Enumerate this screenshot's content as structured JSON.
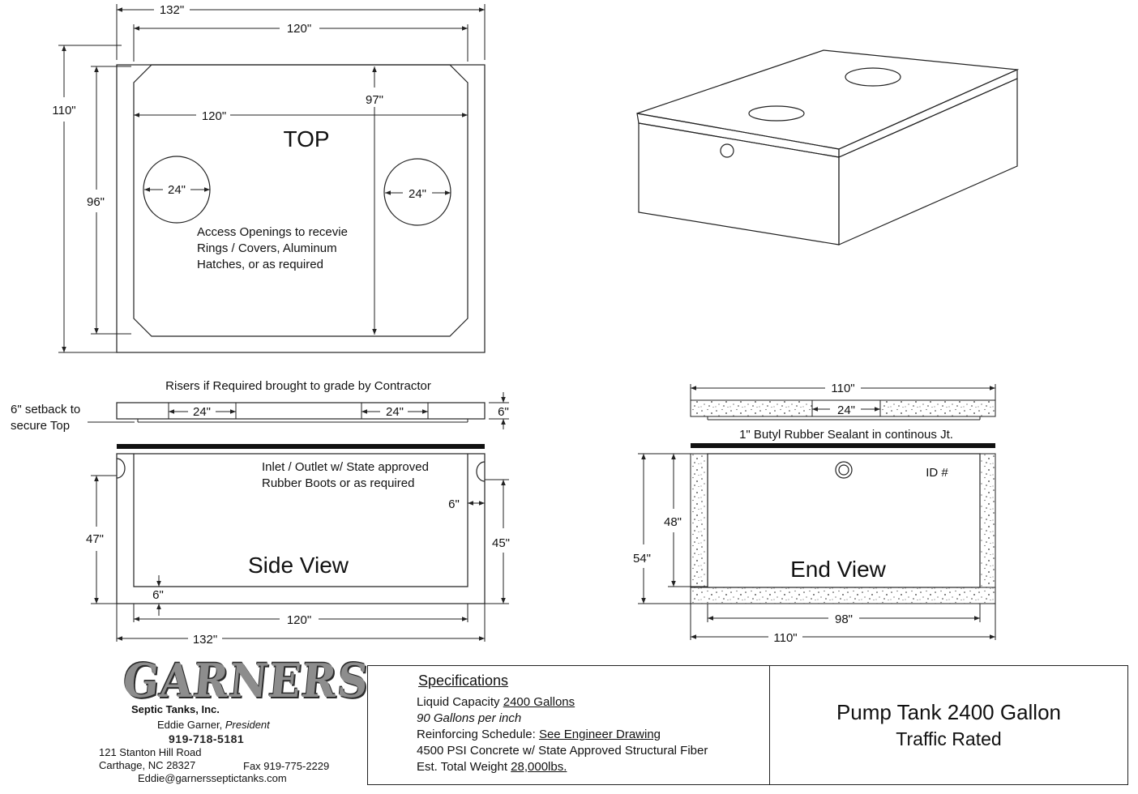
{
  "top_view": {
    "title": "TOP",
    "dim_outer_width": "132\"",
    "dim_inner_width": "120\"",
    "dim_inner_width_2": "120\"",
    "dim_outer_height": "110\"",
    "dim_inner_height": "96\"",
    "dim_mid_height": "97\"",
    "opening_left": "24\"",
    "opening_right": "24\"",
    "note_lines": [
      "Access Openings to recevie",
      "Rings / Covers, Aluminum",
      "Hatches, or as required"
    ]
  },
  "riser_note": "Risers if Required brought to grade by Contractor",
  "setback_note": [
    "6\" setback to",
    "secure Top"
  ],
  "lid_side": {
    "opening_left": "24\"",
    "opening_right": "24\"",
    "thickness": "6\""
  },
  "side_view": {
    "title": "Side View",
    "inlet_note": [
      "Inlet / Outlet w/ State approved",
      "Rubber Boots or as required"
    ],
    "dim_left_height": "47\"",
    "dim_right_height": "45\"",
    "dim_wall": "6\"",
    "dim_floor": "6\"",
    "dim_inner_width": "120\"",
    "dim_outer_width": "132\""
  },
  "end_lid": {
    "width": "110\"",
    "opening": "24\"",
    "sealant_note": "1\" Butyl Rubber Sealant in continous Jt."
  },
  "end_view": {
    "title": "End View",
    "id_label": "ID #",
    "dim_inner_height": "48\"",
    "dim_outer_height": "54\"",
    "dim_inner_width": "98\"",
    "dim_outer_width": "110\""
  },
  "company": {
    "brand": "GARNERS",
    "subtitle": "Septic Tanks, Inc.",
    "contact_name": "Eddie Garner,",
    "contact_title": "President",
    "phone": "919-718-5181",
    "address_line1": "121 Stanton Hill Road",
    "address_line2": "Carthage, NC 28327",
    "fax": "Fax 919-775-2229",
    "email": "Eddie@garnersseptictanks.com"
  },
  "specifications": {
    "heading": "Specifications",
    "capacity_label": "Liquid Capacity ",
    "capacity_value": "2400 Gallons",
    "per_inch": "90 Gallons per inch",
    "reinforcing_label": "Reinforcing Schedule: ",
    "reinforcing_value": "See Engineer Drawing",
    "concrete": "4500 PSI Concrete w/ State Approved Structural Fiber",
    "weight_label": "Est. Total Weight ",
    "weight_value": "28,000lbs."
  },
  "title_block": {
    "line1": "Pump Tank 2400 Gallon",
    "line2": "Traffic Rated"
  }
}
